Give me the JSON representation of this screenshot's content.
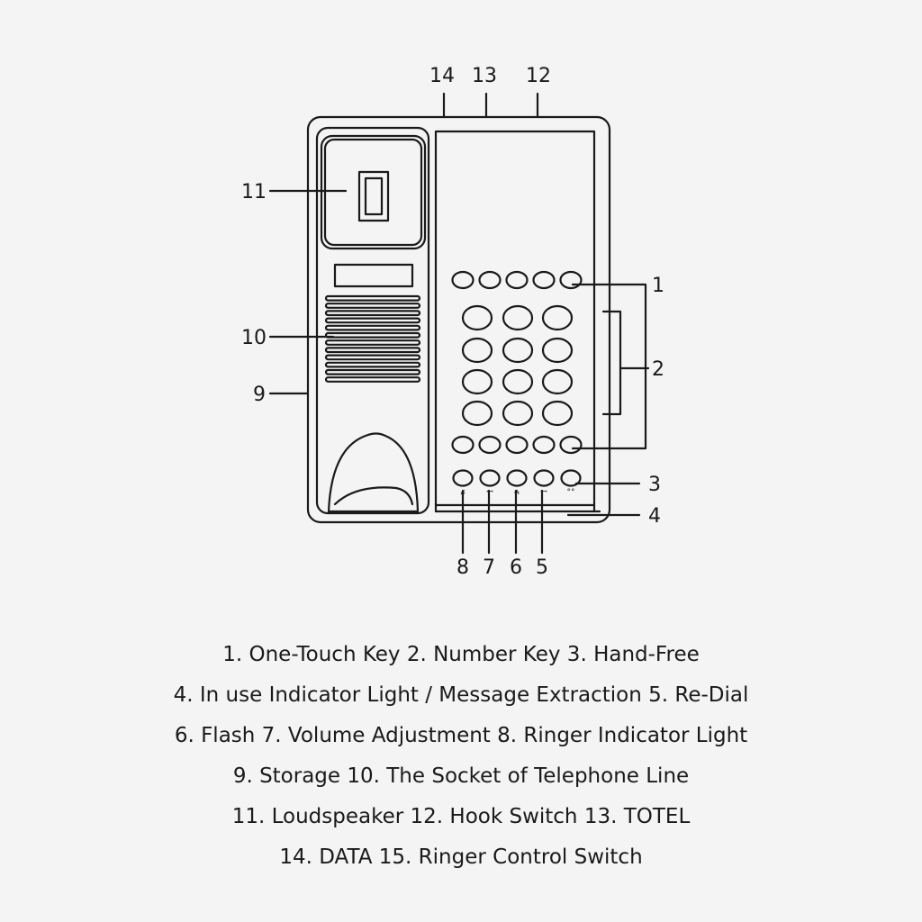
{
  "callouts": {
    "c1": "1",
    "c2": "2",
    "c3": "3",
    "c4": "4",
    "c5": "5",
    "c6": "6",
    "c7": "7",
    "c8": "8",
    "c9": "9",
    "c10": "10",
    "c11": "11",
    "c12": "12",
    "c13": "13",
    "c14": "14"
  },
  "function_key_symbols": [
    "ᴗ̷",
    "ꟷ",
    "ᴧ̶",
    "ꟷ",
    "°°"
  ],
  "keypad": {
    "one_touch_rows": 2,
    "one_touch_per_row": 5,
    "number_rows": 4,
    "number_cols": 3,
    "function_keys": 5
  },
  "legend": [
    "1. One-Touch Key 2. Number Key 3. Hand-Free",
    "4. In use Indicator Light / Message Extraction 5. Re-Dial",
    "6. Flash 7. Volume Adjustment 8. Ringer Indicator Light",
    "9. Storage 10. The Socket of Telephone Line",
    "11. Loudspeaker 12. Hook Switch 13. TOTEL",
    "14. DATA 15. Ringer Control Switch"
  ],
  "colors": {
    "line": "#1a1a1a",
    "background": "#f4f4f4"
  }
}
